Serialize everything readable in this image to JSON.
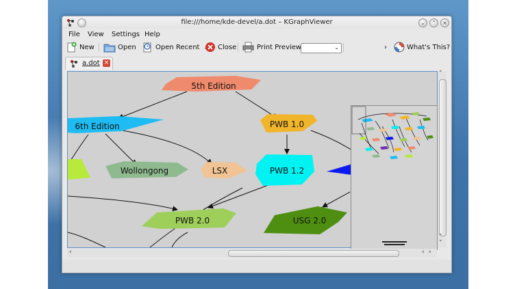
{
  "window": {
    "title": "file:///home/kde-devel/a.dot – KGraphViewer"
  },
  "menubar": {
    "items": [
      "File",
      "View",
      "Settings",
      "Help"
    ]
  },
  "toolbar": {
    "new": "New",
    "open": "Open",
    "open_recent": "Open Recent",
    "close": "Close",
    "print_preview": "Print Preview",
    "overflow": "›",
    "whats_this": "What's This?"
  },
  "tabs": [
    {
      "label": "a.dot"
    }
  ],
  "graph": {
    "nodes": [
      {
        "label": "5th Edition",
        "color": "#ef8a6c"
      },
      {
        "label": "6th Edition",
        "color": "#1fbcf3"
      },
      {
        "label": "PWB 1.0",
        "color": "#f1b52c"
      },
      {
        "label": "Wollongong",
        "color": "#8fba8f"
      },
      {
        "label": "LSX",
        "color": "#f2c394"
      },
      {
        "label": "PWB 1.2",
        "color": "#00f2f2"
      },
      {
        "label": "PWB 2.0",
        "color": "#9ecf5a"
      },
      {
        "label": "USG 2.0",
        "color": "#4e8f12"
      }
    ]
  },
  "colors": {
    "desktop": "#4a80b7",
    "selection_border": "#5d8fca",
    "graph_background": "#d1d1d1"
  }
}
